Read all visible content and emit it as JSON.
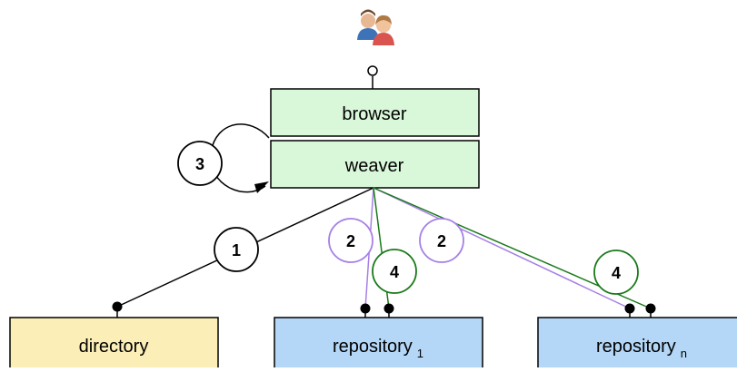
{
  "boxes": {
    "browser": {
      "label": "browser",
      "fill": "#d9f7d9"
    },
    "weaver": {
      "label": "weaver",
      "fill": "#d9f7d9"
    },
    "directory": {
      "label": "directory",
      "fill": "#fbeeb6"
    },
    "repository_1": {
      "label": "repository",
      "subscript": "1",
      "fill": "#b4d7f7"
    },
    "repository_n": {
      "label": "repository",
      "subscript": "n",
      "fill": "#b4d7f7"
    }
  },
  "steps": {
    "directory_lookup": "1",
    "repo1_request": "2",
    "repon_request": "2",
    "weave": "3",
    "repo1_response": "4",
    "repon_response": "4"
  },
  "colors": {
    "black_line": "#000000",
    "purple_line": "#a680e6",
    "green_line": "#1a7a1a"
  },
  "icons": {
    "users": "users-icon"
  }
}
